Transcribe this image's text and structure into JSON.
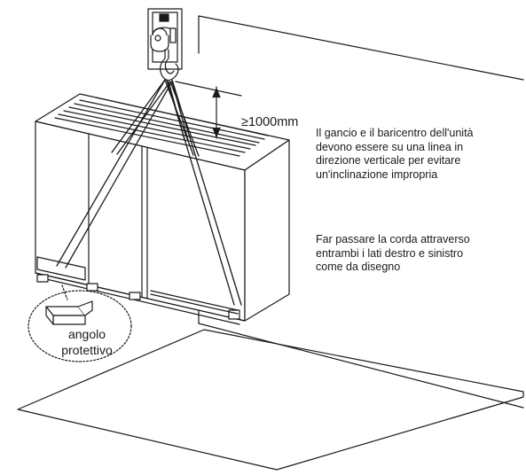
{
  "dimension": {
    "label": "≥1000mm"
  },
  "notes": [
    {
      "lines": [
        "Il gancio e il baricentro dell'unità",
        "devono essere su una linea in",
        "direzione verticale per evitare",
        "un'inclinazione impropria"
      ]
    },
    {
      "lines": [
        "Far passare la corda attraverso",
        "entrambi i lati destro e sinistro",
        "come da disegno"
      ]
    }
  ],
  "corner_callout": {
    "lines": [
      "angolo",
      "protettivo"
    ]
  },
  "colors": {
    "stroke": "#1a1a1a",
    "background": "#ffffff"
  }
}
